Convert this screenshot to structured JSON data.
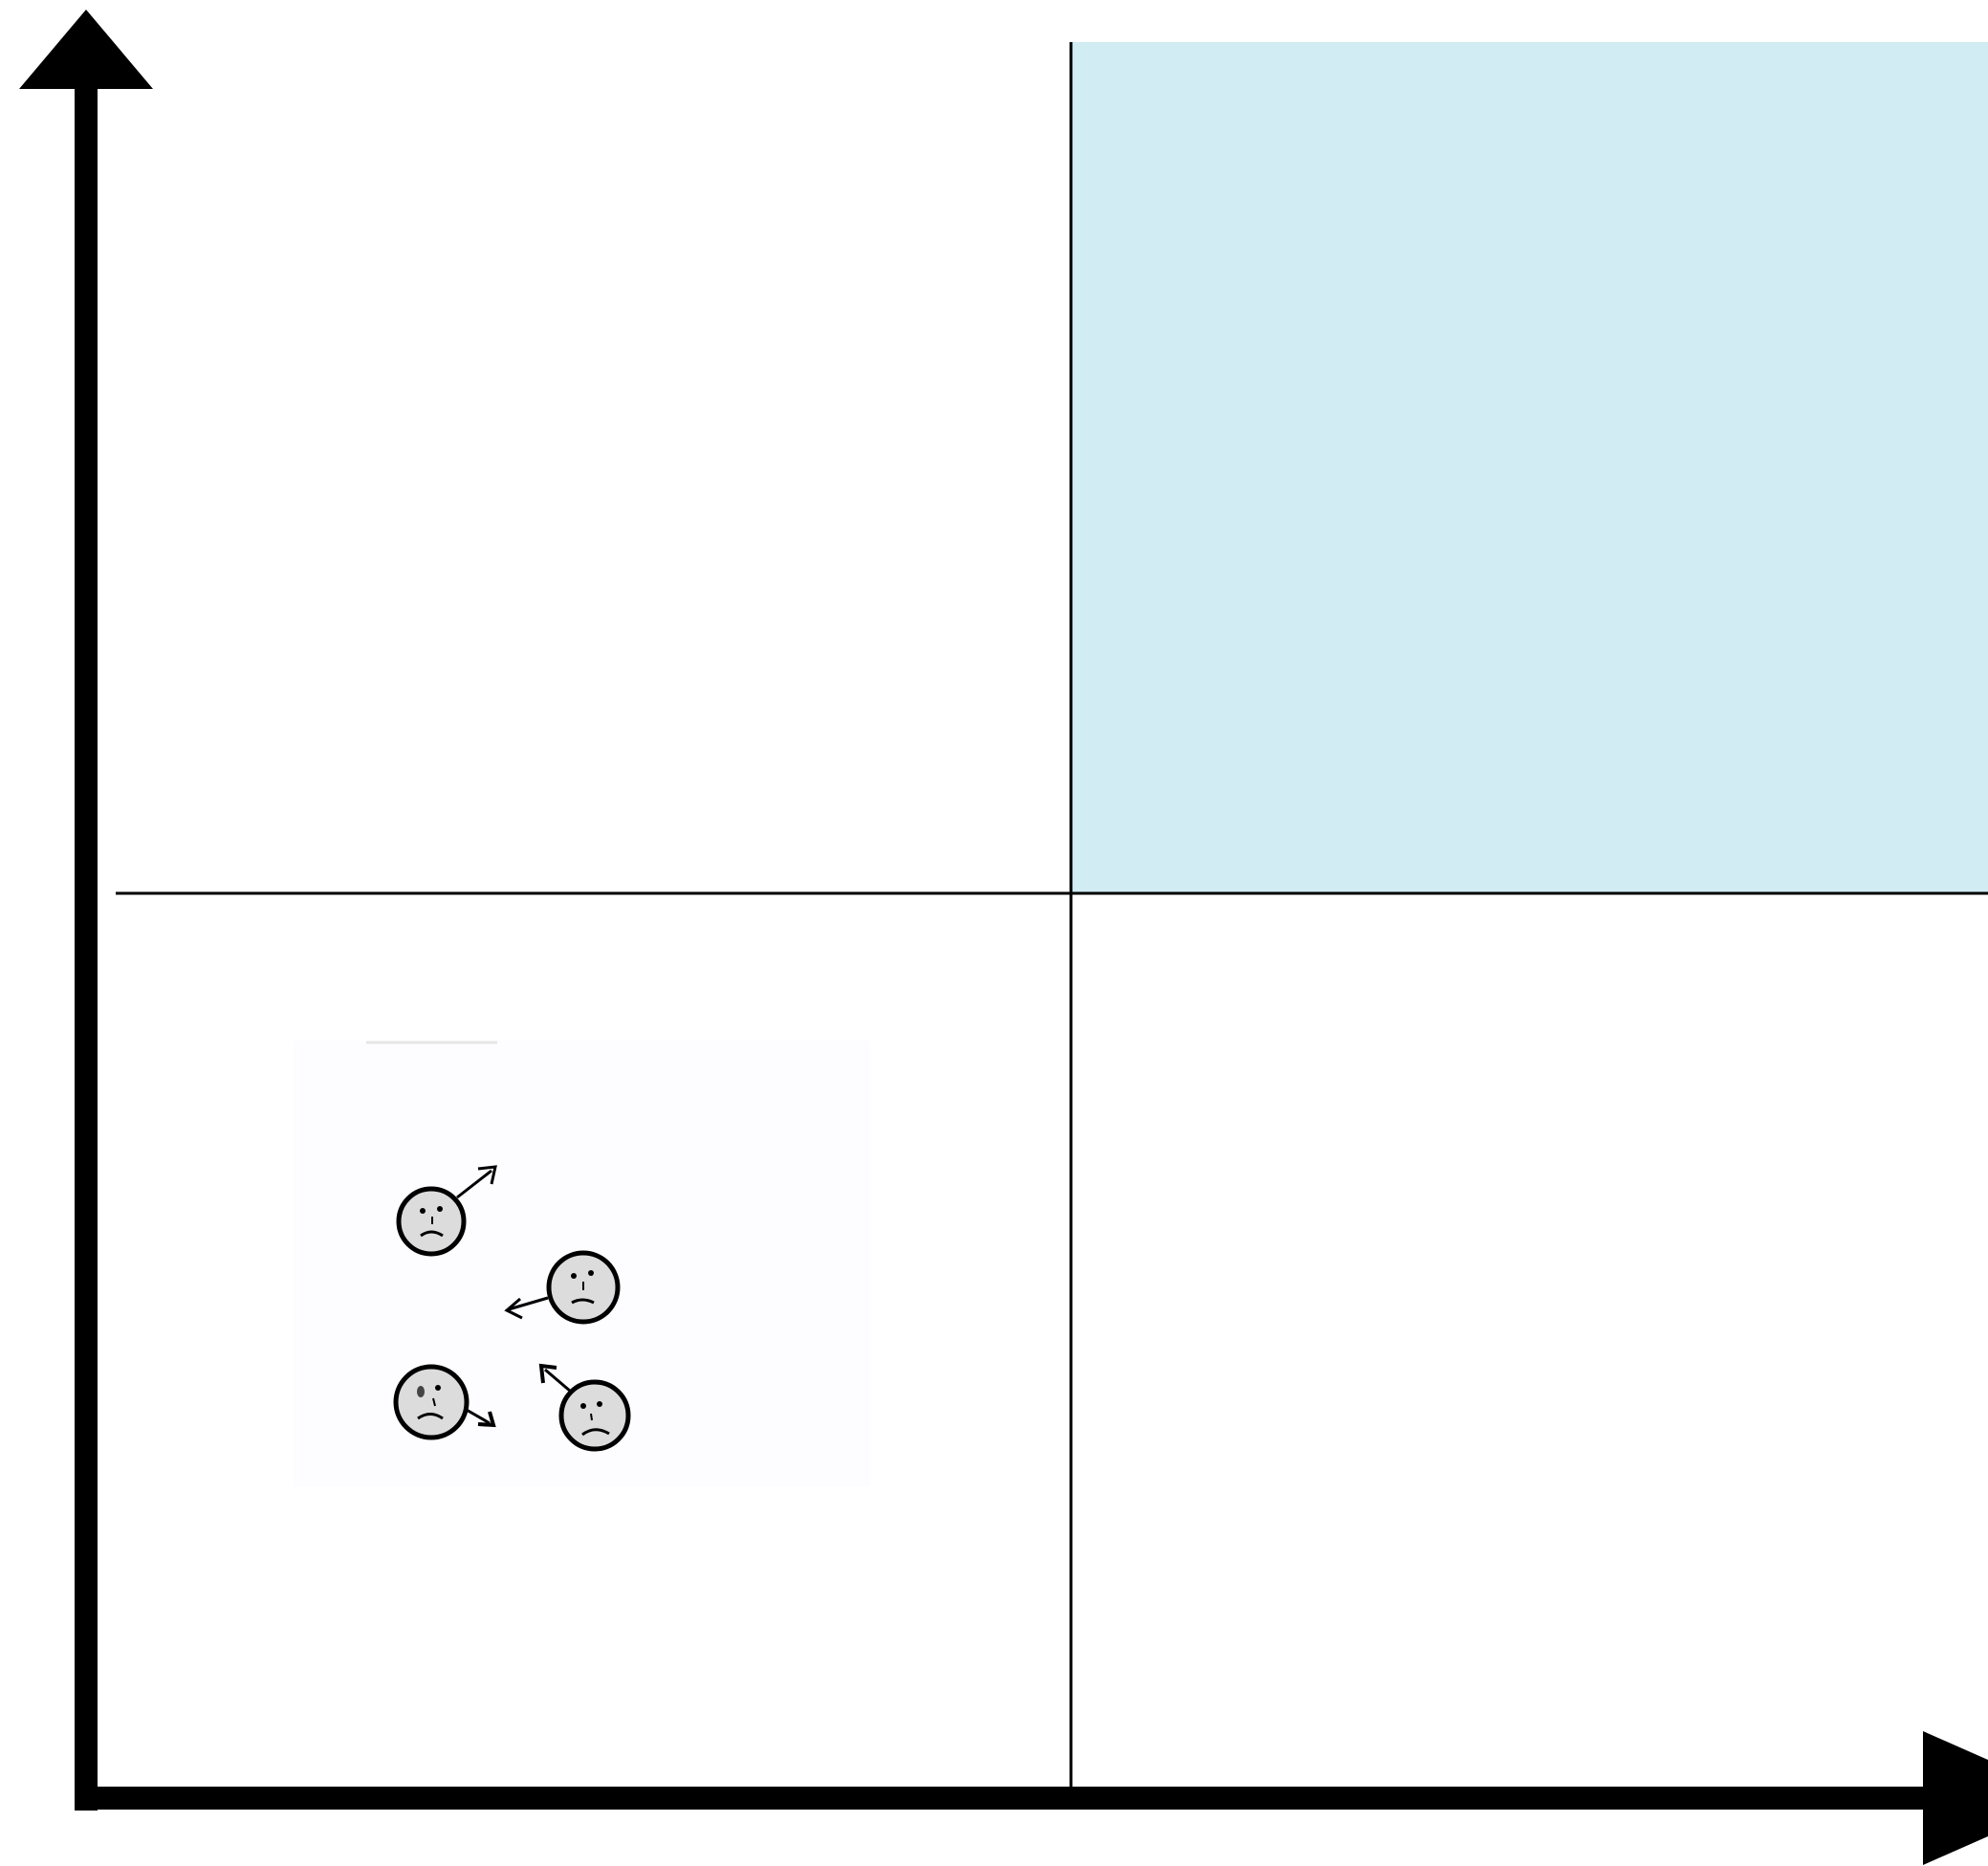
{
  "diagram": {
    "type": "quadrant-matrix",
    "axes": {
      "x_label": "",
      "y_label": ""
    },
    "quadrants": [
      {
        "id": "top-left",
        "fill": "#ffffff",
        "label": ""
      },
      {
        "id": "top-right",
        "fill": "#d1ecf2",
        "label": ""
      },
      {
        "id": "bottom-left",
        "fill": "#ffffff",
        "label": "",
        "illustration": "four-unhappy-faces-moving-apart"
      },
      {
        "id": "bottom-right",
        "fill": "#ffffff",
        "label": ""
      }
    ],
    "highlighted_quadrant": "top-right",
    "illustration": {
      "quadrant": "bottom-left",
      "panel_fill": "#fdfcfe",
      "face_fill": "#dcdcdc",
      "faces": [
        {
          "expression": "sad",
          "arrow_direction": "up-right"
        },
        {
          "expression": "sad",
          "arrow_direction": "left"
        },
        {
          "expression": "sad",
          "arrow_direction": "down-right"
        },
        {
          "expression": "sad",
          "arrow_direction": "up-left"
        }
      ]
    },
    "colors": {
      "axis": "#000000",
      "divider": "#000000",
      "highlight": "#d1ecf2"
    }
  }
}
